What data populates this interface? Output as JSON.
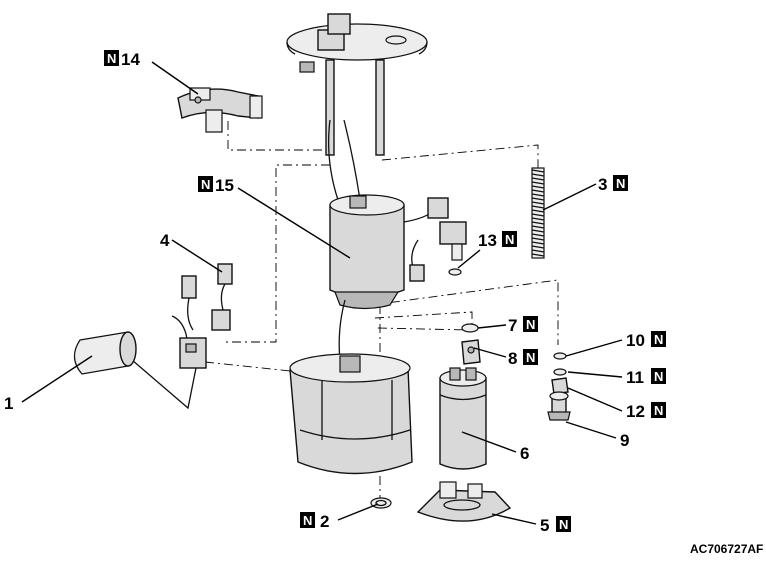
{
  "figure": {
    "code": "AC706727AF",
    "new_part_marker": "N"
  },
  "callouts": [
    {
      "id": "1",
      "number": "1",
      "new": false
    },
    {
      "id": "2",
      "number": "2",
      "new": true
    },
    {
      "id": "3",
      "number": "3",
      "new": true
    },
    {
      "id": "4",
      "number": "4",
      "new": false
    },
    {
      "id": "5",
      "number": "5",
      "new": true
    },
    {
      "id": "6",
      "number": "6",
      "new": false
    },
    {
      "id": "7",
      "number": "7",
      "new": true
    },
    {
      "id": "8",
      "number": "8",
      "new": true
    },
    {
      "id": "9",
      "number": "9",
      "new": false
    },
    {
      "id": "10",
      "number": "10",
      "new": true
    },
    {
      "id": "11",
      "number": "11",
      "new": true
    },
    {
      "id": "12",
      "number": "12",
      "new": true
    },
    {
      "id": "13",
      "number": "13",
      "new": true
    },
    {
      "id": "14",
      "number": "14",
      "new": true
    },
    {
      "id": "15",
      "number": "15",
      "new": true
    }
  ]
}
